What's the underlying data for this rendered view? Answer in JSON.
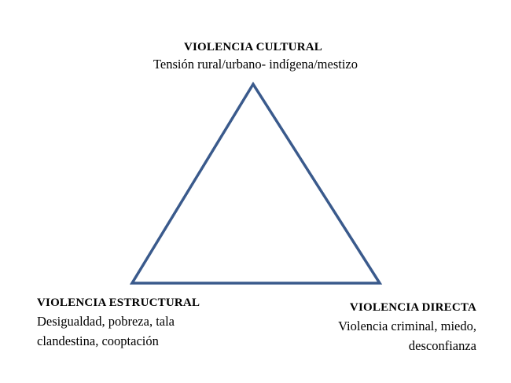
{
  "triangle": {
    "stroke_color": "#3a5a8c"
  },
  "vertices": {
    "top": {
      "title": "VIOLENCIA CULTURAL",
      "description": "Tensión rural/urbano- indígena/mestizo"
    },
    "bottom_left": {
      "title": "VIOLENCIA ESTRUCTURAL",
      "description_lines": [
        "Desigualdad, pobreza, tala",
        "clandestina, cooptación"
      ]
    },
    "bottom_right": {
      "title": "VIOLENCIA DIRECTA",
      "description_lines": [
        "Violencia criminal, miedo,",
        "desconfianza"
      ]
    }
  }
}
